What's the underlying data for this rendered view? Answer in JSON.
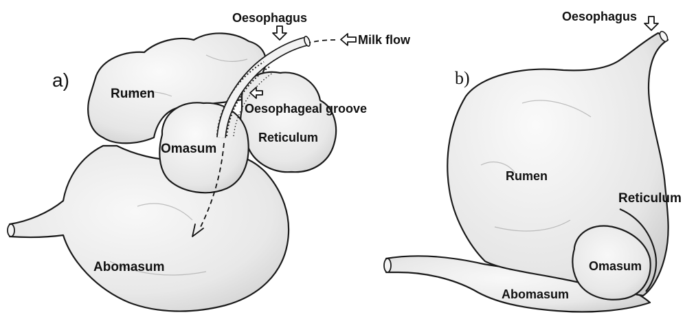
{
  "panel_a": {
    "panel_label": "a)",
    "labels": {
      "oesophagus": "Oesophagus",
      "milk_flow": "Milk flow",
      "rumen": "Rumen",
      "oesophageal_groove": "Oesophageal groove",
      "omasum": "Omasum",
      "reticulum": "Reticulum",
      "abomasum": "Abomasum"
    }
  },
  "panel_b": {
    "panel_label": "b)",
    "labels": {
      "oesophagus": "Oesophagus",
      "rumen": "Rumen",
      "reticulum": "Reticulum",
      "omasum": "Omasum",
      "abomasum": "Abomasum"
    }
  },
  "colors": {
    "organ_fill": "#ececec",
    "outline": "#1a1a1a",
    "background": "#ffffff"
  }
}
